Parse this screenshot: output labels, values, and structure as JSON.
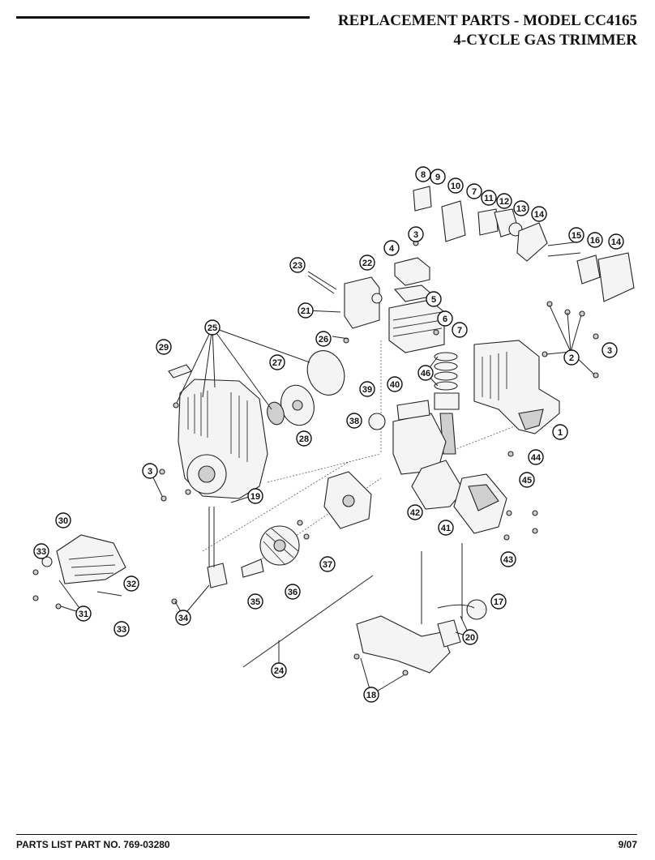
{
  "header": {
    "title_line1": "REPLACEMENT PARTS - MODEL CC4165",
    "title_line2": "4-CYCLE GAS TRIMMER"
  },
  "footer": {
    "part_number": "PARTS LIST PART NO. 769-03280",
    "date": "9/07"
  },
  "callouts": [
    {
      "label": "8"
    },
    {
      "label": "9"
    },
    {
      "label": "10"
    },
    {
      "label": "7"
    },
    {
      "label": "11"
    },
    {
      "label": "12"
    },
    {
      "label": "13"
    },
    {
      "label": "14"
    },
    {
      "label": "15"
    },
    {
      "label": "16"
    },
    {
      "label": "14"
    },
    {
      "label": "4"
    },
    {
      "label": "3"
    },
    {
      "label": "22"
    },
    {
      "label": "23"
    },
    {
      "label": "5"
    },
    {
      "label": "21"
    },
    {
      "label": "6"
    },
    {
      "label": "7"
    },
    {
      "label": "25"
    },
    {
      "label": "26"
    },
    {
      "label": "2"
    },
    {
      "label": "3"
    },
    {
      "label": "29"
    },
    {
      "label": "27"
    },
    {
      "label": "46"
    },
    {
      "label": "39"
    },
    {
      "label": "40"
    },
    {
      "label": "38"
    },
    {
      "label": "28"
    },
    {
      "label": "1"
    },
    {
      "label": "44"
    },
    {
      "label": "3"
    },
    {
      "label": "45"
    },
    {
      "label": "19"
    },
    {
      "label": "42"
    },
    {
      "label": "30"
    },
    {
      "label": "41"
    },
    {
      "label": "33"
    },
    {
      "label": "37"
    },
    {
      "label": "43"
    },
    {
      "label": "32"
    },
    {
      "label": "36"
    },
    {
      "label": "31"
    },
    {
      "label": "35"
    },
    {
      "label": "34"
    },
    {
      "label": "17"
    },
    {
      "label": "33"
    },
    {
      "label": "20"
    },
    {
      "label": "24"
    },
    {
      "label": "18"
    }
  ]
}
